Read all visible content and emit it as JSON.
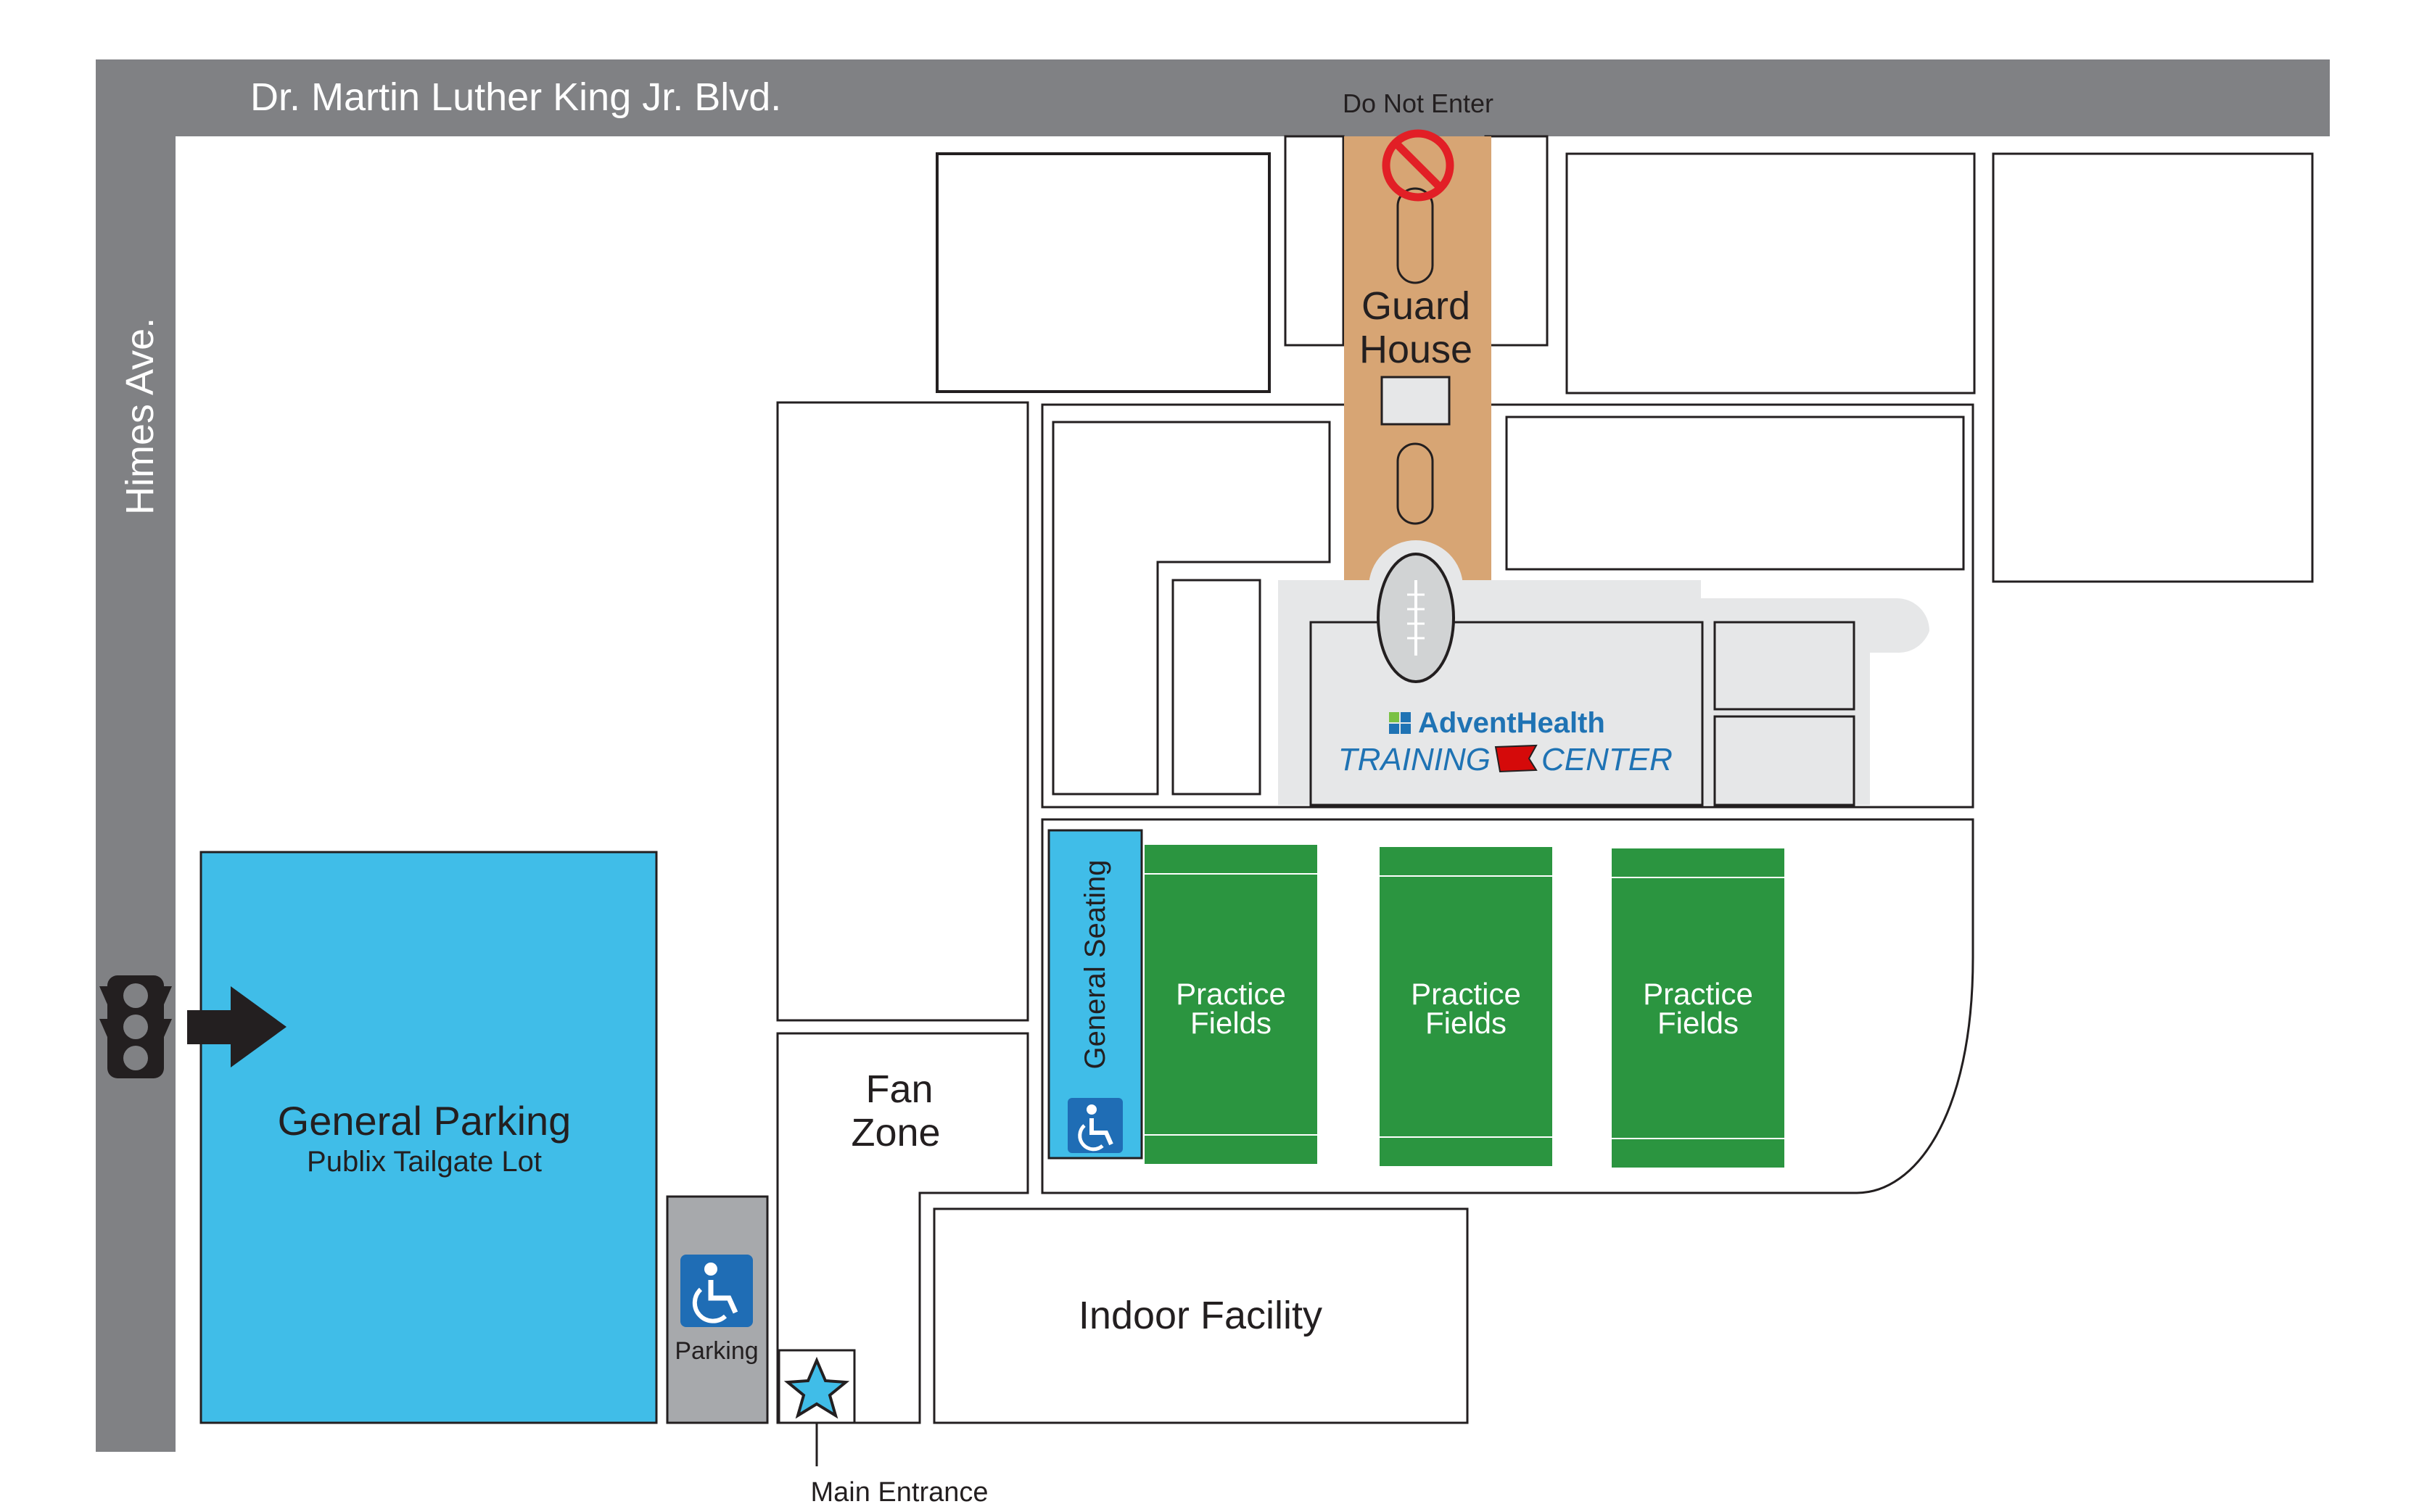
{
  "roads": {
    "north": "Dr. Martin Luther King Jr. Blvd.",
    "west": "Himes Ave."
  },
  "labels": {
    "do_not_enter": "Do Not Enter",
    "guard_house_line1": "Guard",
    "guard_house_line2": "House",
    "brand_name": "AdventHealth",
    "training_word1": "TRAINING",
    "training_word2": "CENTER",
    "general_seating": "General Seating",
    "practice_fields": [
      {
        "line1": "Practice",
        "line2": "Fields"
      },
      {
        "line1": "Practice",
        "line2": "Fields"
      },
      {
        "line1": "Practice",
        "line2": "Fields"
      }
    ],
    "fan_zone_line1": "Fan",
    "fan_zone_line2": "Zone",
    "general_parking": "General Parking",
    "general_parking_sub": "Publix Tailgate Lot",
    "accessible_parking": "Parking",
    "indoor_facility": "Indoor Facility",
    "main_entrance": "Main Entrance"
  },
  "colors": {
    "road": "#808184",
    "parking": "#40bde8",
    "field": "#2b9540",
    "guard_lane": "#d7a574",
    "plaza": "#e6e7e8",
    "building": "#e6e7e8",
    "ada_blue": "#1f6db5",
    "no_entry": "#e21f26",
    "brand_blue": "#1f73b4",
    "brand_green": "#7ac143"
  },
  "icons": [
    "traffic-light-icon",
    "arrow-right-icon",
    "no-entry-icon",
    "football-icon",
    "wheelchair-icon",
    "star-icon",
    "adventhealth-logo-icon",
    "buccaneers-flag-icon"
  ]
}
